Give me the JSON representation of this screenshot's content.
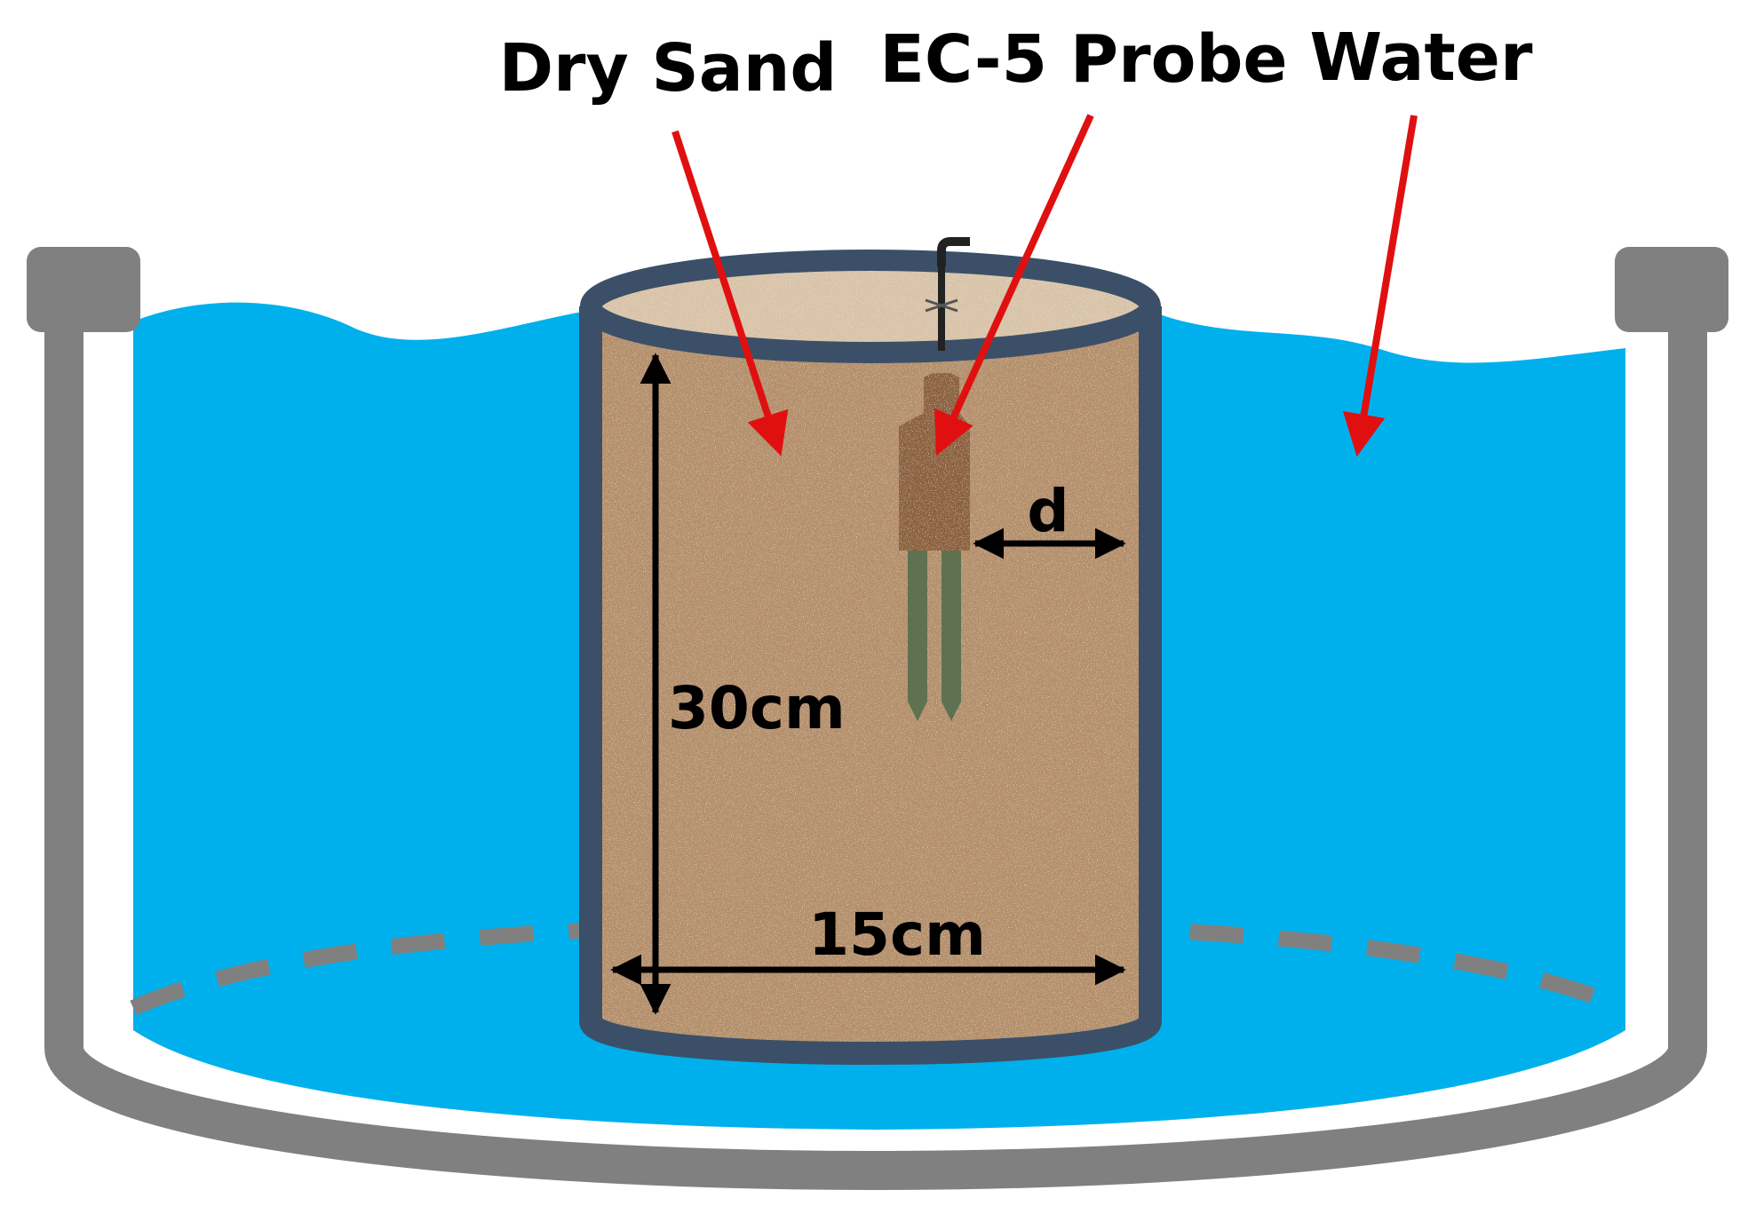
{
  "labels": {
    "dry_sand": "Dry Sand",
    "probe": "EC-5 Probe",
    "water": "Water"
  },
  "dimensions": {
    "height": "30cm",
    "width": "15cm",
    "distance": "d"
  },
  "colors": {
    "water": "#00b0ec",
    "tank": "#808080",
    "cylinder_wall": "#3b5068",
    "sand": "#b38e6a",
    "sand_top": "#d8c3a9",
    "probe_body": "#8b5e3c",
    "probe_prongs": "#5e7251",
    "callout_arrow": "#e01010",
    "dimension_arrow": "#000000"
  }
}
